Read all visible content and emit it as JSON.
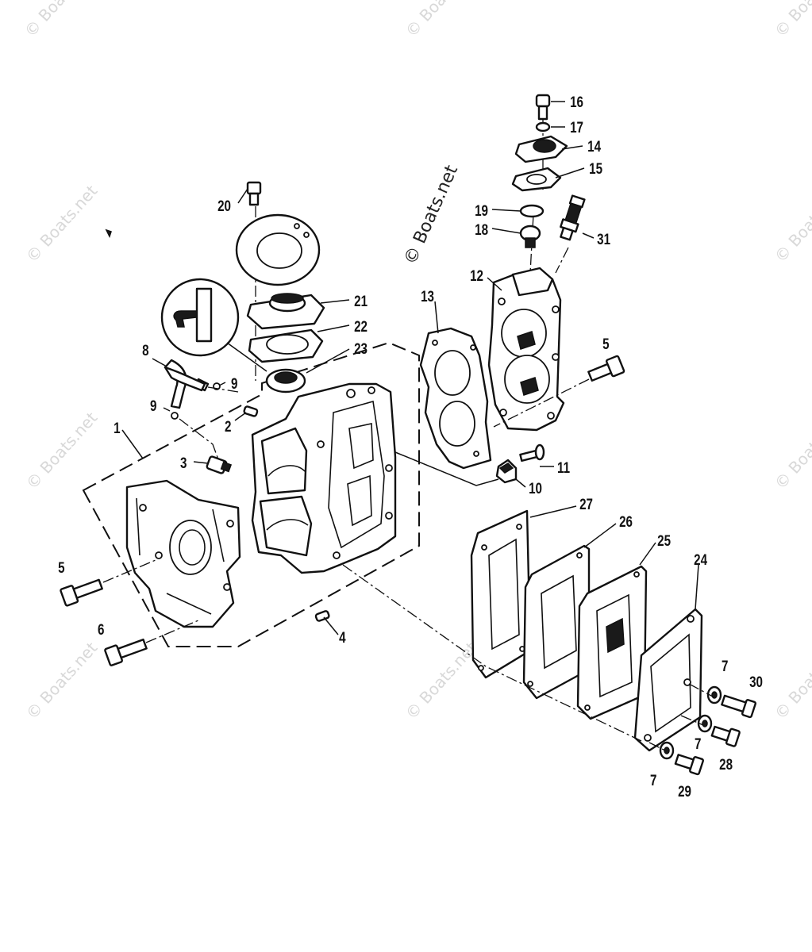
{
  "watermark": {
    "text": "© Boats.net",
    "color": "#d8d8d8"
  },
  "callouts": [
    {
      "id": "16",
      "text": "16"
    },
    {
      "id": "17",
      "text": "17"
    },
    {
      "id": "14",
      "text": "14"
    },
    {
      "id": "15",
      "text": "15"
    },
    {
      "id": "20",
      "text": "20"
    },
    {
      "id": "19",
      "text": "19"
    },
    {
      "id": "18",
      "text": "18"
    },
    {
      "id": "31",
      "text": "31"
    },
    {
      "id": "12",
      "text": "12"
    },
    {
      "id": "13",
      "text": "13"
    },
    {
      "id": "21",
      "text": "21"
    },
    {
      "id": "22",
      "text": "22"
    },
    {
      "id": "23",
      "text": "23"
    },
    {
      "id": "8",
      "text": "8"
    },
    {
      "id": "9a",
      "text": "9"
    },
    {
      "id": "9b",
      "text": "9"
    },
    {
      "id": "2",
      "text": "2"
    },
    {
      "id": "1",
      "text": "1"
    },
    {
      "id": "3",
      "text": "3"
    },
    {
      "id": "5a",
      "text": "5"
    },
    {
      "id": "5b",
      "text": "5"
    },
    {
      "id": "11",
      "text": "11"
    },
    {
      "id": "10",
      "text": "10"
    },
    {
      "id": "27",
      "text": "27"
    },
    {
      "id": "26",
      "text": "26"
    },
    {
      "id": "25",
      "text": "25"
    },
    {
      "id": "24",
      "text": "24"
    },
    {
      "id": "6",
      "text": "6"
    },
    {
      "id": "4",
      "text": "4"
    },
    {
      "id": "7a",
      "text": "7"
    },
    {
      "id": "7b",
      "text": "7"
    },
    {
      "id": "7c",
      "text": "7"
    },
    {
      "id": "30",
      "text": "30"
    },
    {
      "id": "28",
      "text": "28"
    },
    {
      "id": "29",
      "text": "29"
    }
  ]
}
